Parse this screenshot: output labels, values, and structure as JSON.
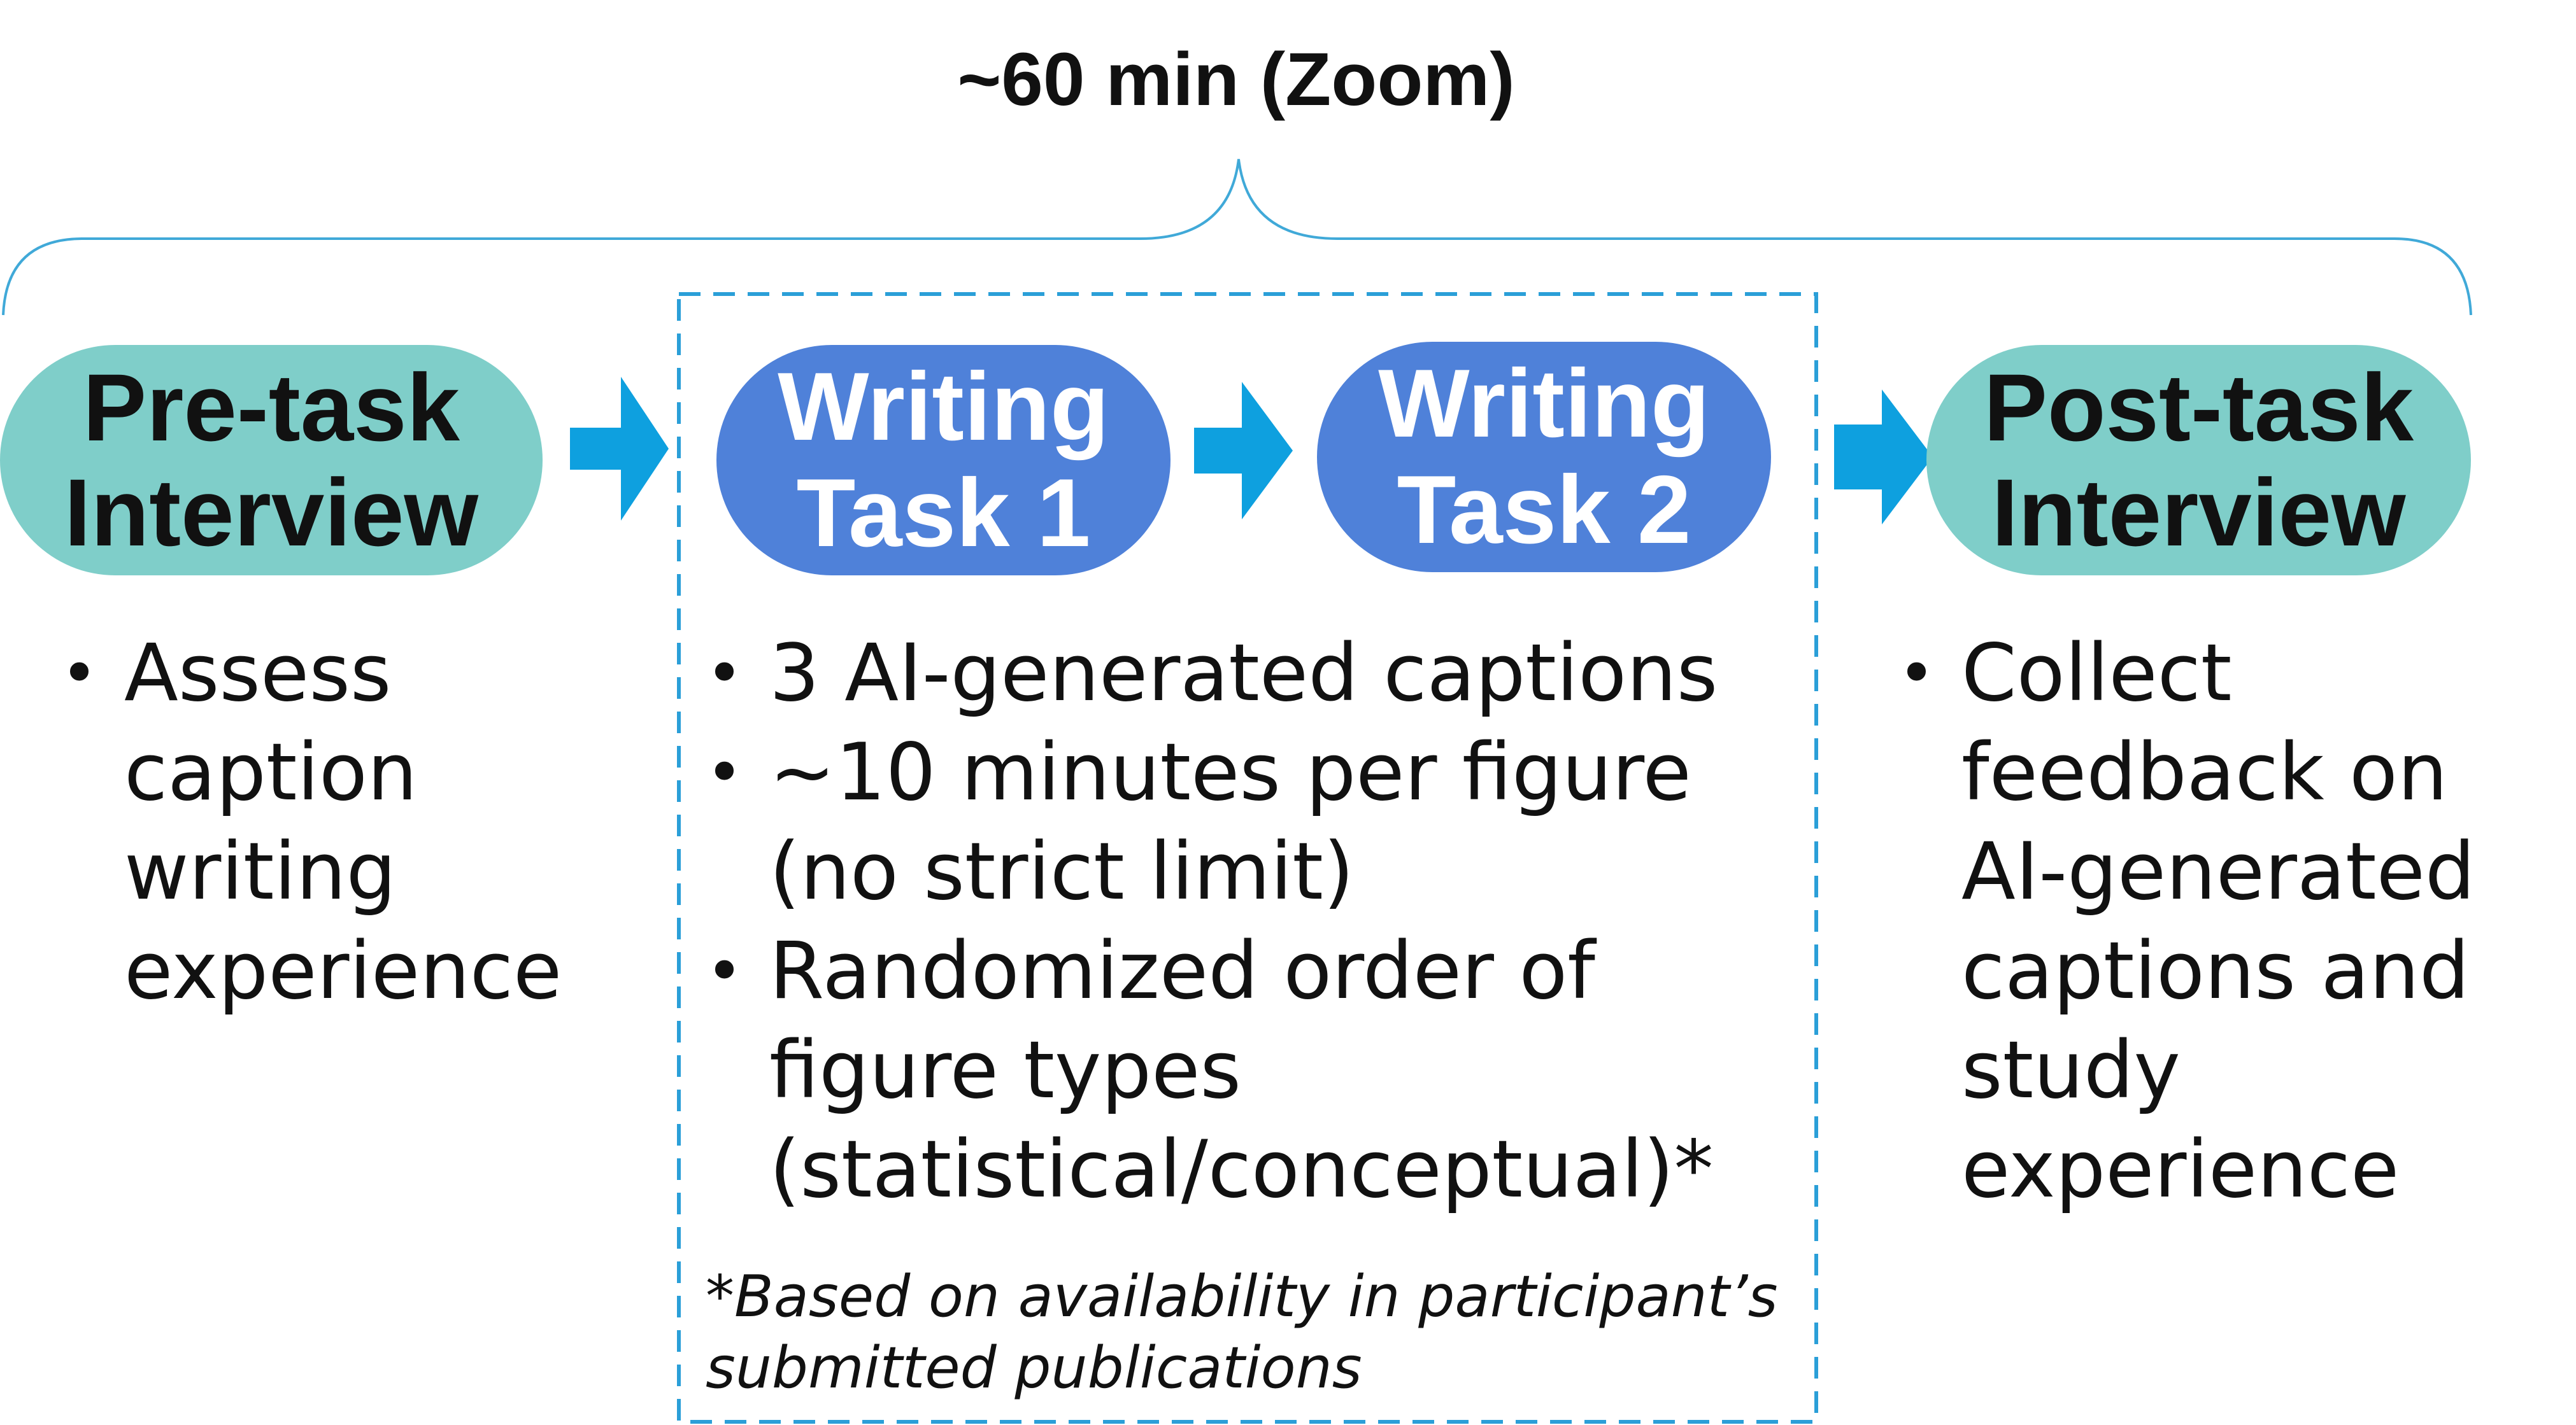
{
  "header": {
    "title": "~60 min (Zoom)"
  },
  "colors": {
    "teal_pill": "#7fcec9",
    "blue_pill": "#4f81d9",
    "arrow": "#0ea0df",
    "brace": "#40a9d8",
    "dashed_box": "#2b9fd8",
    "text": "#111111"
  },
  "stages": [
    {
      "lines": [
        "Pre-task",
        "Interview"
      ],
      "bullets": [
        "Assess caption writing experience"
      ]
    },
    {
      "lines": [
        "Writing",
        "Task 1"
      ]
    },
    {
      "lines": [
        "Writing",
        "Task 2"
      ]
    },
    {
      "lines": [
        "Post-task",
        "Interview"
      ],
      "bullets": [
        "Collect feedback on AI-generated captions and study experience"
      ]
    }
  ],
  "writing_tasks": {
    "bullets": [
      "3 AI-generated captions",
      "~10 minutes per figure (no strict limit)",
      "Randomized order of figure types (statistical/conceptual)*"
    ],
    "footnote": "*Based on availability in participant’s submitted publications"
  }
}
